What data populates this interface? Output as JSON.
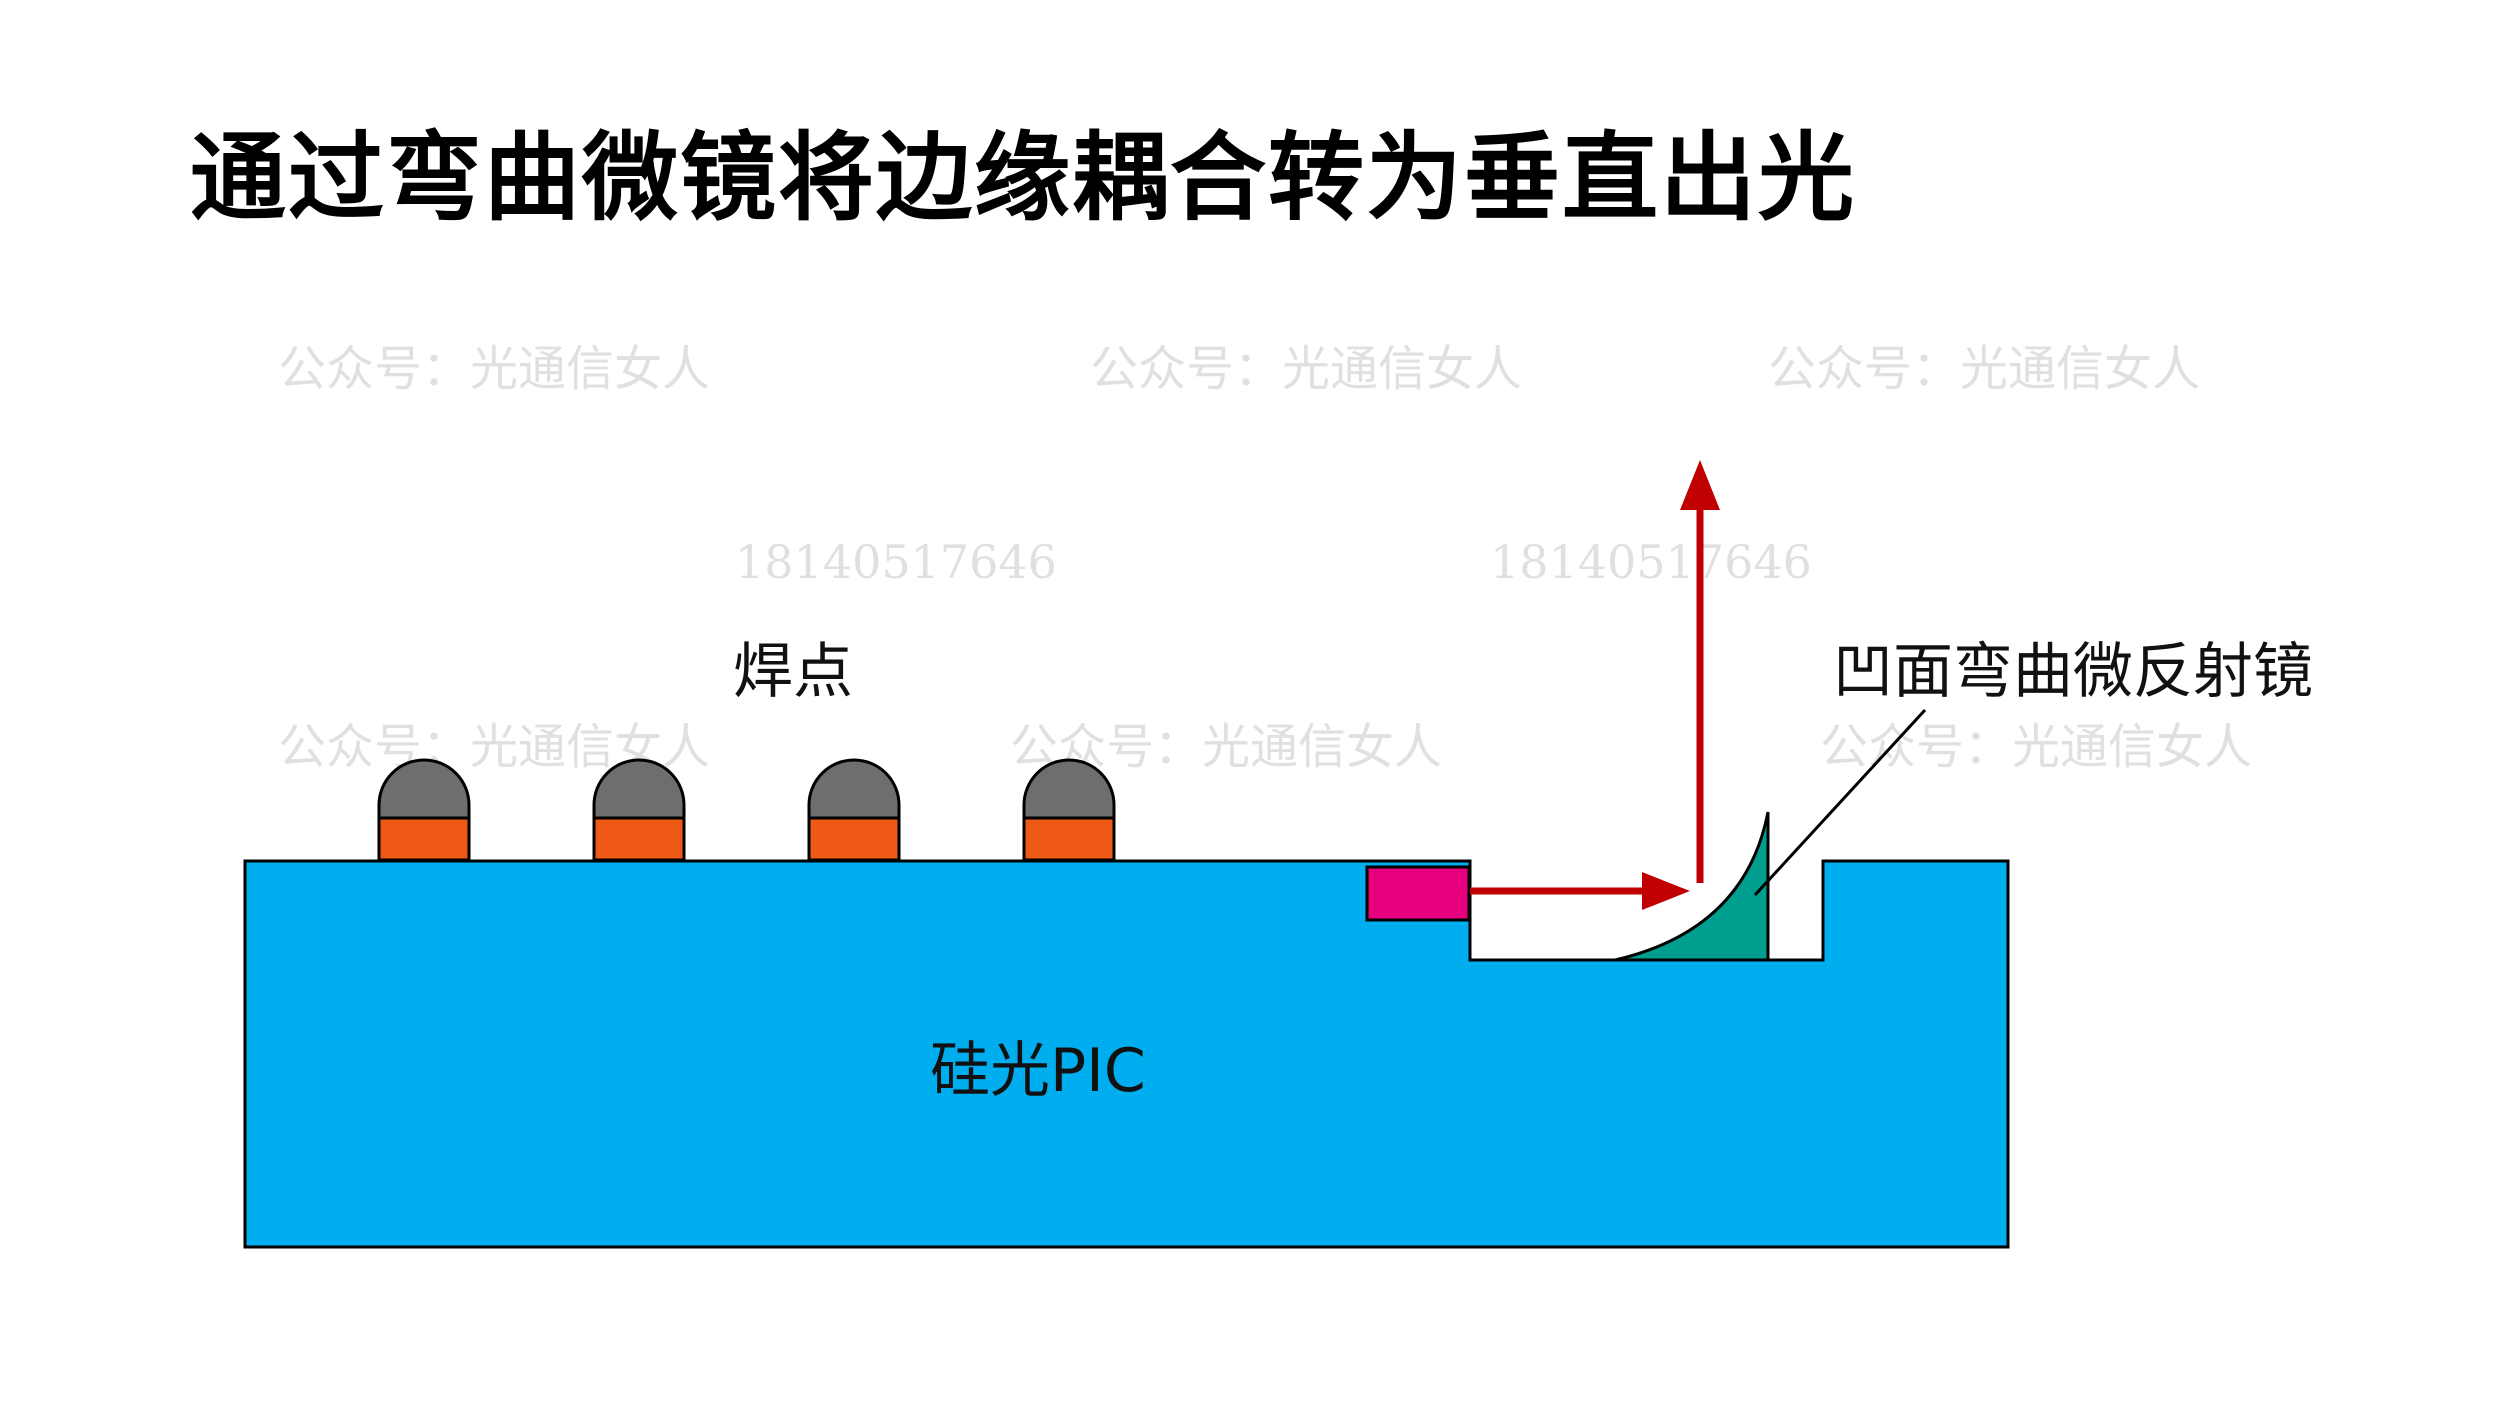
{
  "title": "通过弯曲微镜将边缘耦合转为垂直出光",
  "labels": {
    "solder": "焊点",
    "pic": "硅光PIC",
    "mirror": "凹面弯曲微反射镜"
  },
  "watermarks": {
    "account": "公众号：光通信女人",
    "phone": "18140517646"
  },
  "colors": {
    "substrate": "#00AEEF",
    "solder_cap": "#6E6E6E",
    "solder_pad": "#EE5A16",
    "laser": "#E6007E",
    "mirror": "#009E8E",
    "arrow": "#C00000"
  }
}
